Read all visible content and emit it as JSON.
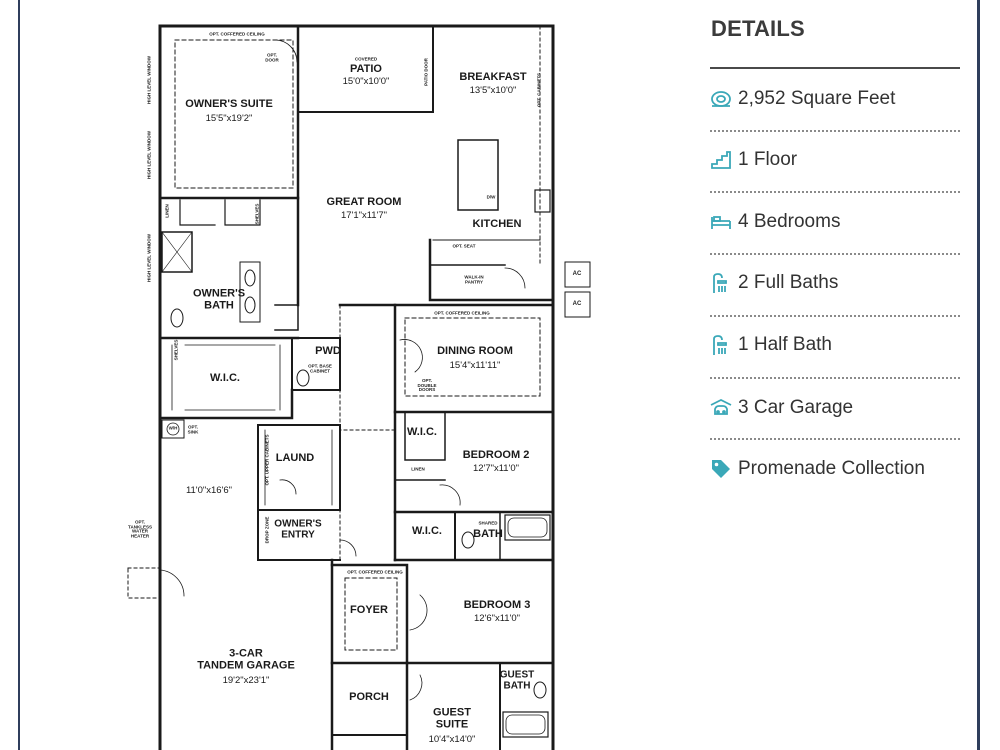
{
  "details": {
    "title": "DETAILS",
    "items": [
      {
        "icon": "area-icon",
        "label": "2,952 Square Feet"
      },
      {
        "icon": "stairs-icon",
        "label": "1 Floor"
      },
      {
        "icon": "bed-icon",
        "label": "4 Bedrooms"
      },
      {
        "icon": "shower-icon",
        "label": "2 Full Baths"
      },
      {
        "icon": "shower-icon",
        "label": "1 Half Bath"
      },
      {
        "icon": "garage-icon",
        "label": "3 Car Garage"
      },
      {
        "icon": "tag-icon",
        "label": "Promenade Collection"
      }
    ],
    "accent_color": "#3aa8b8"
  },
  "floorplan": {
    "rooms": {
      "owners_suite": {
        "name": "OWNER'S SUITE",
        "dim": "15'5\"x19'2\""
      },
      "patio": {
        "note": "COVERED",
        "name": "PATIO",
        "dim": "15'0\"x10'0\""
      },
      "breakfast": {
        "name": "BREAKFAST",
        "dim": "13'5\"x10'0\""
      },
      "great_room": {
        "name": "GREAT ROOM",
        "dim": "17'1\"x11'7\""
      },
      "kitchen": {
        "name": "KITCHEN"
      },
      "owners_bath": {
        "name": "OWNER'S\nBATH"
      },
      "pwd": {
        "name": "PWD"
      },
      "wic_owner": {
        "name": "W.I.C."
      },
      "dining_room": {
        "name": "DINING ROOM",
        "dim": "15'4\"x11'11\""
      },
      "laund": {
        "name": "LAUND"
      },
      "wic_bed2": {
        "name": "W.I.C."
      },
      "bedroom2": {
        "name": "BEDROOM 2",
        "dim": "12'7\"x11'0\""
      },
      "garage_top_dim": {
        "dim": "11'0\"x16'6\""
      },
      "owners_entry": {
        "name": "OWNER'S\nENTRY"
      },
      "wic_bed3": {
        "name": "W.I.C."
      },
      "bath": {
        "name": "BATH"
      },
      "foyer": {
        "name": "FOYER"
      },
      "bedroom3": {
        "name": "BEDROOM 3",
        "dim": "12'6\"x11'0\""
      },
      "garage": {
        "name": "3-CAR\nTANDEM GARAGE",
        "dim": "19'2\"x23'1\""
      },
      "porch": {
        "name": "PORCH"
      },
      "guest_bath": {
        "name": "GUEST\nBATH"
      },
      "guest_suite": {
        "name": "GUEST\nSUITE",
        "dim": "10'4\"x14'0\""
      }
    },
    "notes": {
      "opt_coffered_top": "OPT. COFFERED CEILING",
      "opt_door": "OPT.\nDOOR",
      "patio_door": "PATIO DOOR",
      "opt_cabinets": "OPT. CABINETS",
      "high_level_window_1": "HIGH LEVEL WINDOW",
      "high_level_window_2": "HIGH LEVEL WINDOW",
      "high_level_window_3": "HIGH LEVEL WINDOW",
      "linen": "LINEN",
      "shelves": "SHELVES",
      "opt_seat": "OPT. SEAT",
      "dw": "D/W",
      "walk_in_pantry": "WALK-IN\nPANTRY",
      "ac1": "AC",
      "ac2": "AC",
      "opt_coffered_dining": "OPT. COFFERED CEILING",
      "opt_double_doors": "OPT.\nDOUBLE\nDOORS",
      "shelves2": "SHELVES",
      "opt_base_cabinet": "OPT. BASE\nCABINET",
      "opt_sink": "OPT.\nSINK",
      "linen2": "LINEN",
      "opt_upper_cabinets": "OPT. UPPER CABINETS",
      "opt_tankless": "OPT.\nTANKLESS\nWATER\nHEATER",
      "drop_zone": "DROP ZONE",
      "shared": "SHARED",
      "opt_coffered_foyer": "OPT. COFFERED CEILING",
      "wh": "W/H"
    }
  }
}
